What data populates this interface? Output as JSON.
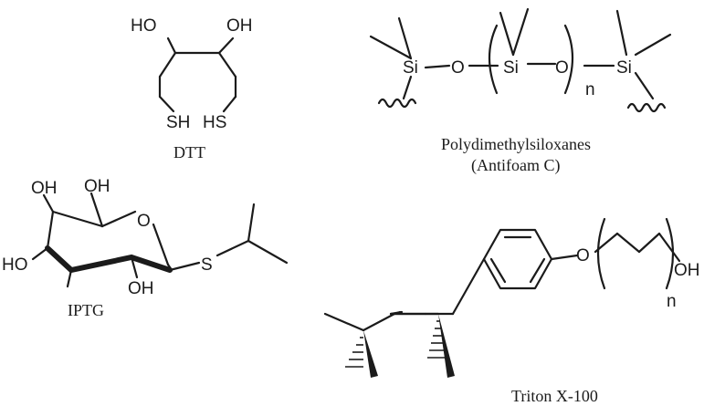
{
  "captions": {
    "dtt": "DTT",
    "pdms_line1": "Polydimethylsiloxanes",
    "pdms_line2": "(Antifoam C)",
    "iptg": "IPTG",
    "triton": "Triton X-100"
  },
  "atoms": {
    "dtt": {
      "oh_left": "HO",
      "oh_right": "OH",
      "sh_left": "SH",
      "sh_right": "HS"
    },
    "pdms": {
      "si_left": "Si",
      "o_left": "O",
      "si_mid": "Si",
      "o_right": "O",
      "si_right": "Si",
      "repeat": "n"
    },
    "iptg": {
      "oh_top1": "OH",
      "oh_top2": "OH",
      "ring_o": "O",
      "oh_left": "HO",
      "oh_bottom": "OH",
      "s": "S"
    },
    "triton": {
      "o": "O",
      "oh": "OH",
      "repeat": "n"
    }
  }
}
